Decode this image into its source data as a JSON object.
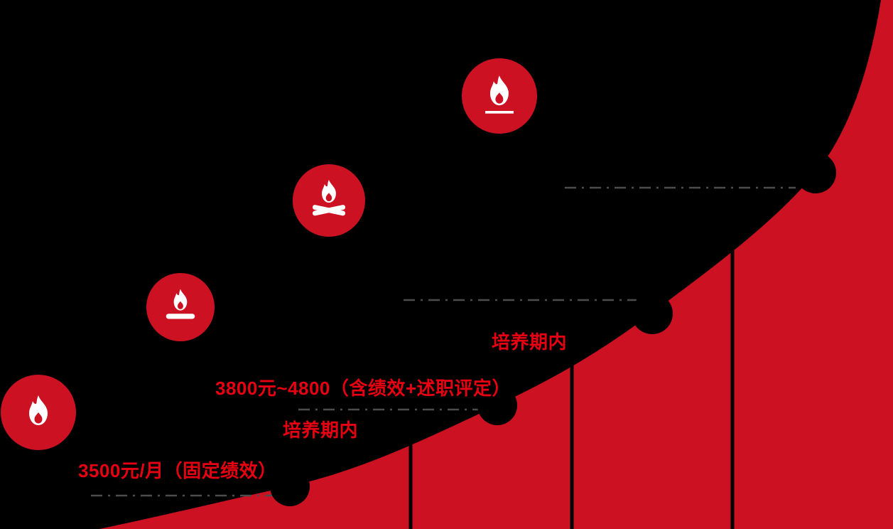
{
  "figure": {
    "background": "#000000",
    "colors": {
      "curve_red": "#cc1122",
      "badge_red": "#cc1122",
      "text_red": "#e60012",
      "dash_line_gray": "#4d4d4d",
      "marker_black": "#000000",
      "icon_white": "#ffffff"
    },
    "annotations": {
      "stage1_salary": "3500元/月（固定绩效）",
      "stage1_period": "培养期内",
      "stage2_salary": "3800元~4800（含绩效+述职评定）",
      "stage2_period": "培养期内"
    },
    "icons": [
      {
        "name": "flame-icon",
        "meaning": "stage 1 small flame"
      },
      {
        "name": "campfire-icon",
        "meaning": "stage 2 flame on log"
      },
      {
        "name": "bonfire-icon",
        "meaning": "stage 3 flame on crossed logs"
      },
      {
        "name": "blaze-icon",
        "meaning": "stage 4 large flame"
      }
    ],
    "milestone_marker_count": 4,
    "segment_divider_count": 3
  }
}
